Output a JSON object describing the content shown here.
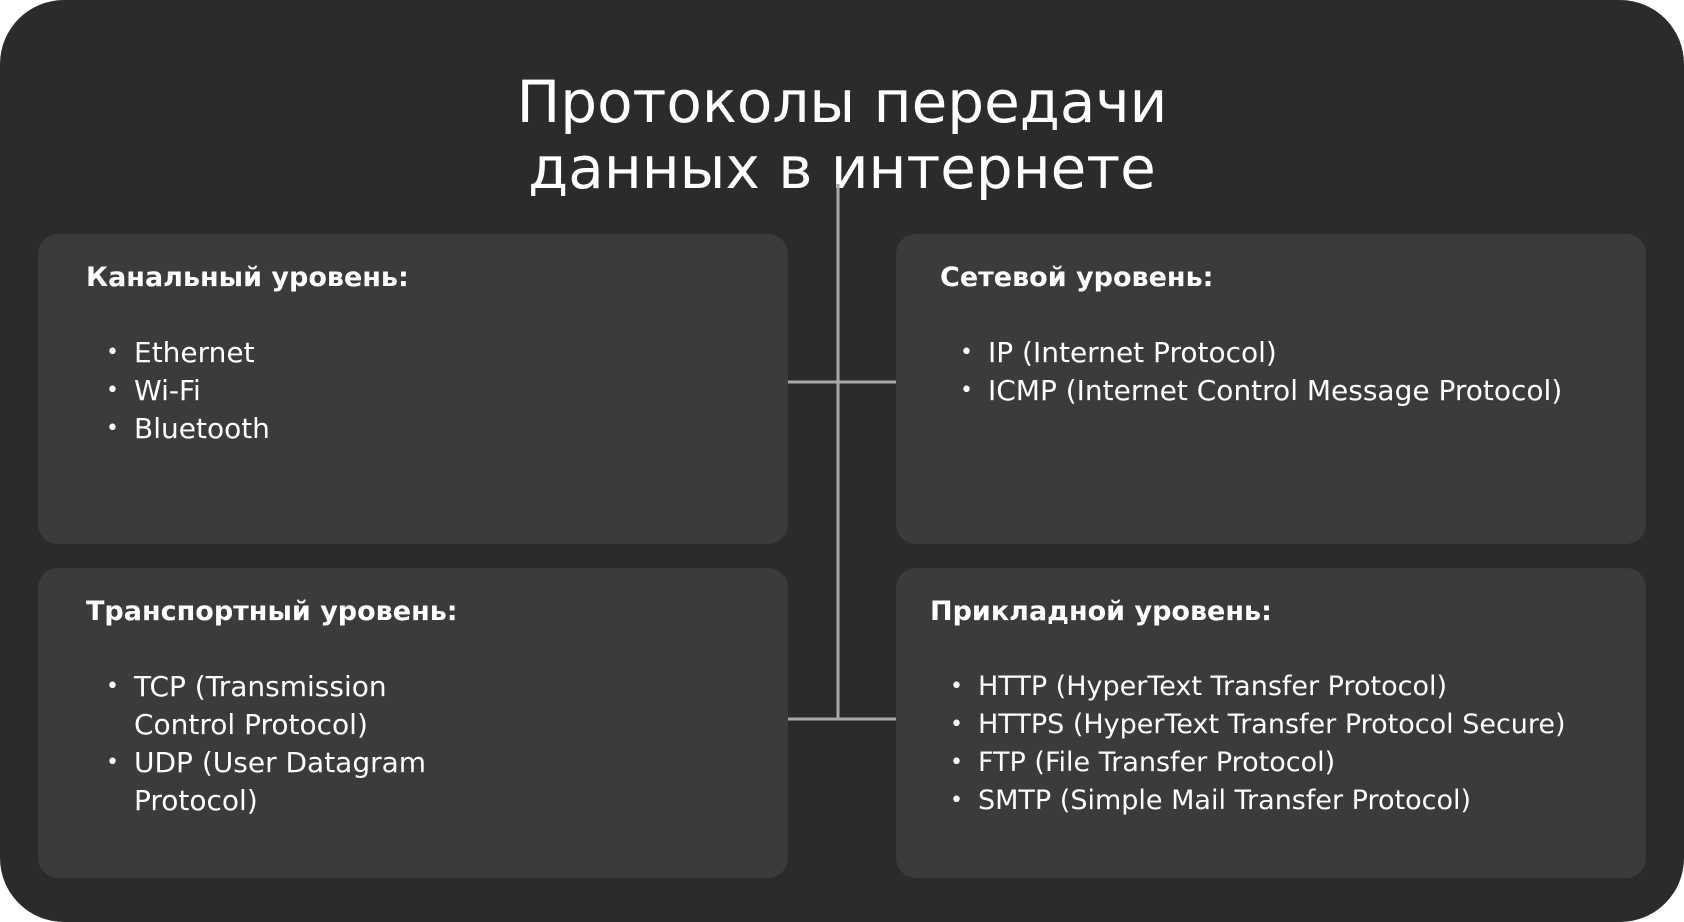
{
  "title": {
    "line1": "Протоколы передачи",
    "line2": "данных в интернете"
  },
  "colors": {
    "background": "#2b2b2b",
    "card": "#3b3b3b",
    "text": "#ffffff",
    "connector": "#a8a8a8"
  },
  "cards": {
    "link_layer": {
      "heading": "Канальный уровень:",
      "items": [
        "Ethernet",
        "Wi-Fi",
        "Bluetooth"
      ]
    },
    "network_layer": {
      "heading": "Сетевой уровень:",
      "items": [
        "IP (Internet Protocol)",
        "ICMP (Internet Control Message Protocol)"
      ]
    },
    "transport_layer": {
      "heading": "Транспортный уровень:",
      "items": [
        "TCP (Transmission\nControl Protocol)",
        "UDP (User Datagram\nProtocol)"
      ]
    },
    "application_layer": {
      "heading": "Прикладной уровень:",
      "items": [
        "HTTP (HyperText Transfer Protocol)",
        "HTTPS (HyperText Transfer Protocol Secure)",
        "FTP (File Transfer Protocol)",
        "SMTP (Simple Mail Transfer Protocol)"
      ]
    }
  }
}
